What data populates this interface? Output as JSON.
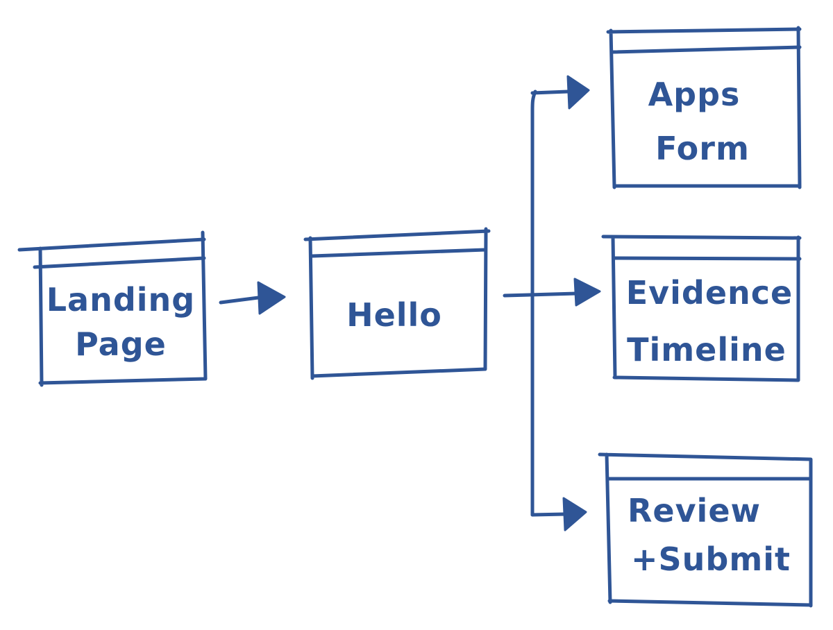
{
  "diagram": {
    "ink_color": "#2f5596",
    "nodes": [
      {
        "id": "landing",
        "lines": [
          "Landing",
          "Page"
        ]
      },
      {
        "id": "hello",
        "lines": [
          "Hello"
        ]
      },
      {
        "id": "apps-form",
        "lines": [
          "Apps",
          "Form"
        ]
      },
      {
        "id": "evidence-timeline",
        "lines": [
          "Evidence",
          "Timeline"
        ]
      },
      {
        "id": "review-submit",
        "lines": [
          "Review",
          "+Submit"
        ]
      }
    ],
    "edges": [
      {
        "from": "landing",
        "to": "hello"
      },
      {
        "from": "hello",
        "to": "apps-form"
      },
      {
        "from": "hello",
        "to": "evidence-timeline"
      },
      {
        "from": "hello",
        "to": "review-submit"
      }
    ]
  }
}
